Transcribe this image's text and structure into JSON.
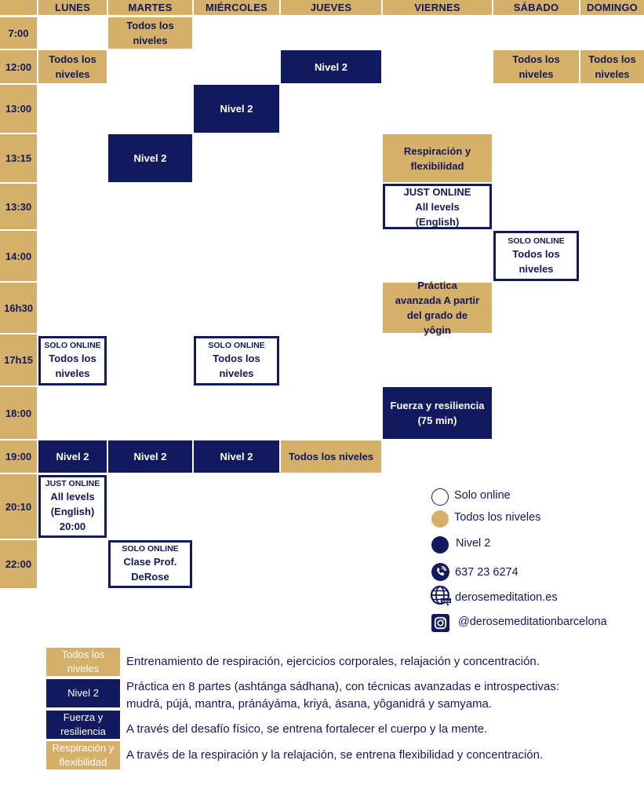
{
  "days": [
    "LUNES",
    "MARTES",
    "MIÉRCOLES",
    "JUEVES",
    "VIERNES",
    "SÁBADO",
    "DOMINGO"
  ],
  "times": [
    "7:00",
    "12:00",
    "13:00",
    "13:15",
    "13:30",
    "14:00",
    "16h30",
    "17h15",
    "18:00",
    "19:00",
    "20:10",
    "22:00"
  ],
  "classes": {
    "mar_700": "Todos los niveles",
    "lun_1200": "Todos los niveles",
    "jue_1200": "Nivel 2",
    "sab_1200": "Todos los niveles",
    "dom_1200": "Todos los niveles",
    "mie_1300": "Nivel 2",
    "mar_1315": "Nivel 2",
    "vie_1315": "Respiración y flexibilidad",
    "vie_1330": "JUST ONLINE All levels (English)",
    "sab_1400_top": "SOLO ONLINE",
    "sab_1400_main": "Todos los niveles",
    "vie_1630": "Práctica avanzada A partir del grado de yôgin",
    "lun_1715_top": "SOLO ONLINE",
    "lun_1715_main": "Todos los niveles",
    "mie_1715_top": "SOLO ONLINE",
    "mie_1715_main": "Todos los niveles",
    "vie_1800": "Fuerza y resiliencia (75 min)",
    "lun_1900": "Nivel 2",
    "mar_1900": "Nivel 2",
    "mie_1900": "Nivel 2",
    "jue_1900": "Todos los niveles",
    "lun_2010_top": "JUST ONLINE",
    "lun_2010_main": "All levels (English) 20:00",
    "mar_2200_top": "SOLO ONLINE",
    "mar_2200_main": "Clase Prof. DeRose"
  },
  "legend": {
    "solo_online": "Solo online",
    "todos": "Todos los niveles",
    "nivel2": "Nivel 2",
    "phone": "637 23 6274",
    "web": "derosemeditation.es",
    "instagram": "@derosemeditationbarcelona"
  },
  "descriptions": [
    {
      "label": "Todos los niveles",
      "text": "Entrenamiento de respiración, ejercicios corporales, relajación  y concentración."
    },
    {
      "label": "Nivel 2",
      "text": "Práctica en 8 partes (ashtánga sádhana), con técnicas  avanzadas e introspectivas: mudrá, pújá, mantra, pránáyáma, kriyá, ásana, yôganidrá y samyama."
    },
    {
      "label": "Fuerza y resiliencia",
      "text": "A través del desafío físico, se entrena fortalecer el cuerpo y la mente."
    },
    {
      "label": "Respiración y flexibilidad",
      "text": "A través de la respiración y la relajación, se entrena flexibilidad y concentración."
    }
  ],
  "colors": {
    "gold": "#d4b06a",
    "navy": "#12195e",
    "text": "#14185a"
  },
  "icons": [
    "phone-icon",
    "globe-icon",
    "instagram-icon"
  ]
}
